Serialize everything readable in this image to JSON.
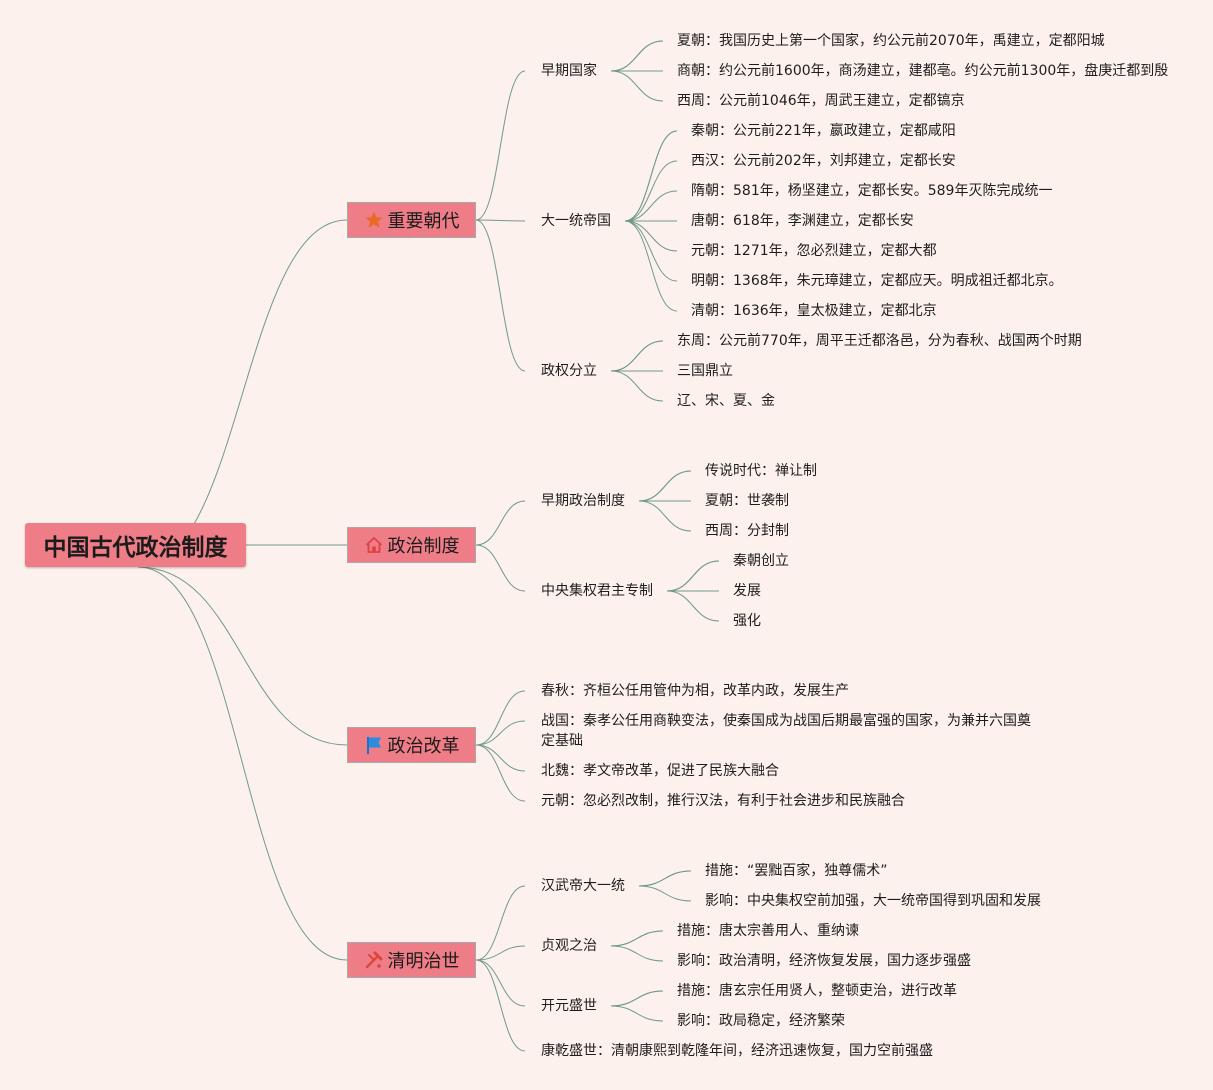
{
  "root": {
    "title": "中国古代政治制度"
  },
  "branches": [
    {
      "label": "重要朝代",
      "icon": "star-icon",
      "groups": [
        {
          "label": "早期国家",
          "items": [
            "夏朝：我国历史上第一个国家，约公元前2070年，禹建立，定都阳城",
            "商朝：约公元前1600年，商汤建立，建都亳。约公元前1300年，盘庚迁都到殷",
            "西周：公元前1046年，周武王建立，定都镐京"
          ]
        },
        {
          "label": "大一统帝国",
          "items": [
            "秦朝：公元前221年，嬴政建立，定都咸阳",
            "西汉：公元前202年，刘邦建立，定都长安",
            "隋朝：581年，杨坚建立，定都长安。589年灭陈完成统一",
            "唐朝：618年，李渊建立，定都长安",
            "元朝：1271年，忽必烈建立，定都大都",
            "明朝：1368年，朱元璋建立，定都应天。明成祖迁都北京。",
            "清朝：1636年，皇太极建立，定都北京"
          ]
        },
        {
          "label": "政权分立",
          "items": [
            "东周：公元前770年，周平王迁都洛邑，分为春秋、战国两个时期",
            "三国鼎立",
            "辽、宋、夏、金"
          ]
        }
      ]
    },
    {
      "label": "政治制度",
      "icon": "house-icon",
      "groups": [
        {
          "label": "早期政治制度",
          "items": [
            "传说时代：禅让制",
            "夏朝：世袭制",
            "西周：分封制"
          ]
        },
        {
          "label": "中央集权君主专制",
          "items": [
            "秦朝创立",
            "发展",
            "强化"
          ]
        }
      ]
    },
    {
      "label": "政治改革",
      "icon": "flag-icon",
      "leaves": [
        "春秋：齐桓公任用管仲为相，改革内政，发展生产",
        "战国：秦孝公任用商鞅变法，使秦国成为战国后期最富强的国家，为兼并六国奠定基础",
        "北魏：孝文帝改革，促进了民族大融合",
        "元朝：忽必烈改制，推行汉法，有利于社会进步和民族融合"
      ]
    },
    {
      "label": "清明治世",
      "icon": "tools-icon",
      "groups": [
        {
          "label": "汉武帝大一统",
          "items": [
            "措施：“罢黜百家，独尊儒术”",
            "影响：中央集权空前加强，大一统帝国得到巩固和发展"
          ]
        },
        {
          "label": "贞观之治",
          "items": [
            "措施：唐太宗善用人、重纳谏",
            "影响：政治清明，经济恢复发展，国力逐步强盛"
          ]
        },
        {
          "label": "开元盛世",
          "items": [
            "措施：唐玄宗任用贤人，整顿吏治，进行改革",
            "影响：政局稳定，经济繁荣"
          ]
        }
      ],
      "leaves": [
        "康乾盛世：清朝康熙到乾隆年间，经济迅速恢复，国力空前强盛"
      ]
    }
  ],
  "colors": {
    "line": "#6f9a8a",
    "node": "#ee7d87",
    "background": "#fdf1ed"
  }
}
